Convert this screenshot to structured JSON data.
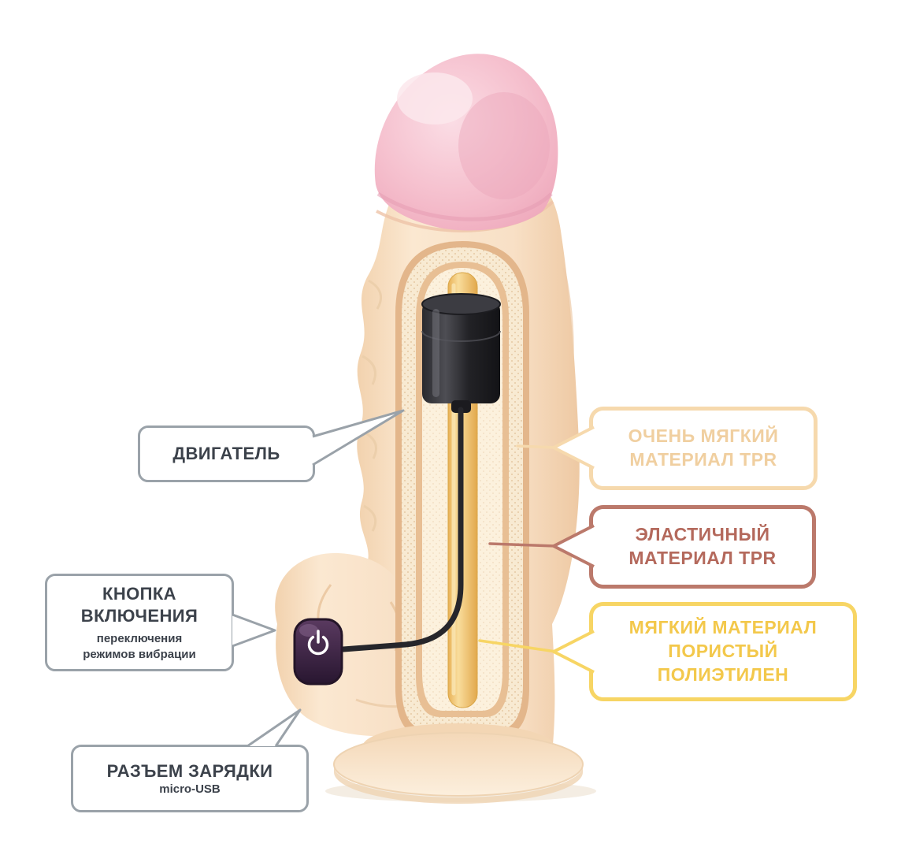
{
  "callouts": {
    "motor": {
      "label": "ДВИГАТЕЛЬ"
    },
    "power_button": {
      "title_line1": "КНОПКА",
      "title_line2": "ВКЛЮЧЕНИЯ",
      "sub_line1": "переключения",
      "sub_line2": "режимов вибрации"
    },
    "charging_port": {
      "title": "РАЗЪЕМ ЗАРЯДКИ",
      "sub": "micro-USB"
    },
    "very_soft_tpr": {
      "line1": "ОЧЕНЬ МЯГКИЙ",
      "line2": "МАТЕРИАЛ TPR"
    },
    "elastic_tpr": {
      "line1": "ЭЛАСТИЧНЫЙ",
      "line2": "МАТЕРИАЛ TPR"
    },
    "porous_polyethylene": {
      "line1": "МЯГКИЙ МАТЕРИАЛ",
      "line2": "ПОРИСТЫЙ",
      "line3": "ПОЛИЭТИЛЕН"
    }
  },
  "icons": {
    "power_button": "power-icon"
  },
  "colors": {
    "left_callout_border": "#9aa2a9",
    "left_callout_text": "#3c424b",
    "very_soft_border": "#f6d9ad",
    "very_soft_text": "#f0cfa0",
    "elastic_border": "#bb796b",
    "elastic_text": "#b4695c",
    "porous_border": "#f7d564",
    "porous_text": "#f3c84b",
    "flesh": "#f8e0c6",
    "glans_pink": "#f5bfcd",
    "core_rod_gold": "#f0c878",
    "motor_black": "#222226",
    "button_purple": "#3c2343"
  }
}
